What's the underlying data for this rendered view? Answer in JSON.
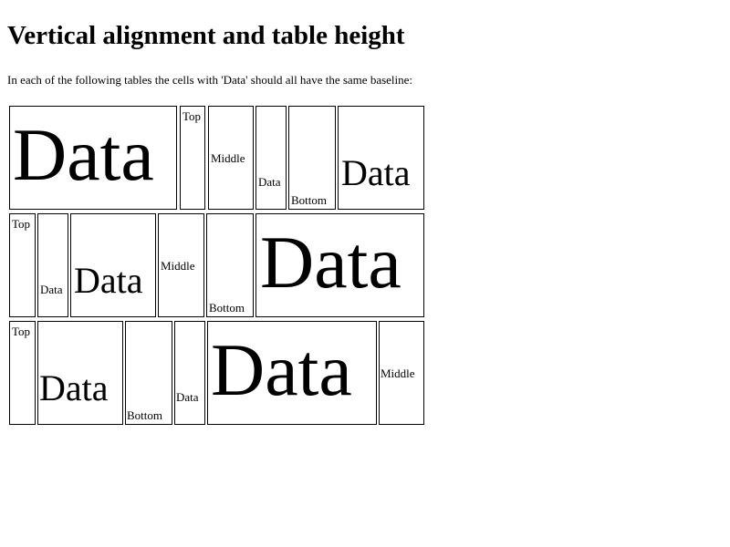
{
  "page": {
    "title": "Vertical alignment and table height",
    "intro": "In each of the following tables the cells with 'Data' should all have the same baseline:"
  },
  "tables": [
    {
      "cells": [
        {
          "text": "Data"
        },
        {
          "text": "Top"
        },
        {
          "text": "Middle"
        },
        {
          "text": "Data"
        },
        {
          "text": "Bottom"
        },
        {
          "text": "Data"
        }
      ]
    },
    {
      "cells": [
        {
          "text": "Top"
        },
        {
          "text": "Data"
        },
        {
          "text": "Data"
        },
        {
          "text": "Middle"
        },
        {
          "text": "Bottom"
        },
        {
          "text": "Data"
        }
      ]
    },
    {
      "cells": [
        {
          "text": "Top"
        },
        {
          "text": "Data"
        },
        {
          "text": "Bottom"
        },
        {
          "text": "Data"
        },
        {
          "text": "Data"
        },
        {
          "text": "Middle"
        }
      ]
    }
  ]
}
